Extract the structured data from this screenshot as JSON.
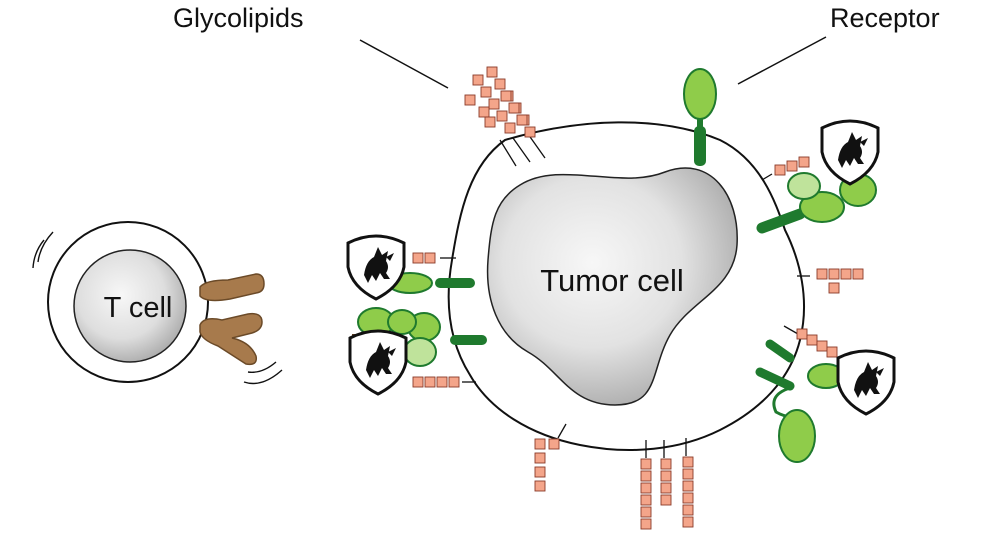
{
  "labels": {
    "glycolipids": "Glycolipids",
    "receptor": "Receptor",
    "tumor_cell": "Tumor cell",
    "t_cell": "T cell"
  },
  "colors": {
    "glycan_fill": "#f4a58a",
    "glycan_stroke": "#8a3b2a",
    "receptor_light": "#8fcc4a",
    "receptor_pale": "#bfe39b",
    "receptor_dark": "#1f7a2e",
    "antibody": "#a77a4c",
    "antibody_stroke": "#6b4a28",
    "nucleus_light": "#f4f4f4",
    "nucleus_dark": "#b8b8b8"
  },
  "icons": [
    "shield-crest-icon"
  ]
}
